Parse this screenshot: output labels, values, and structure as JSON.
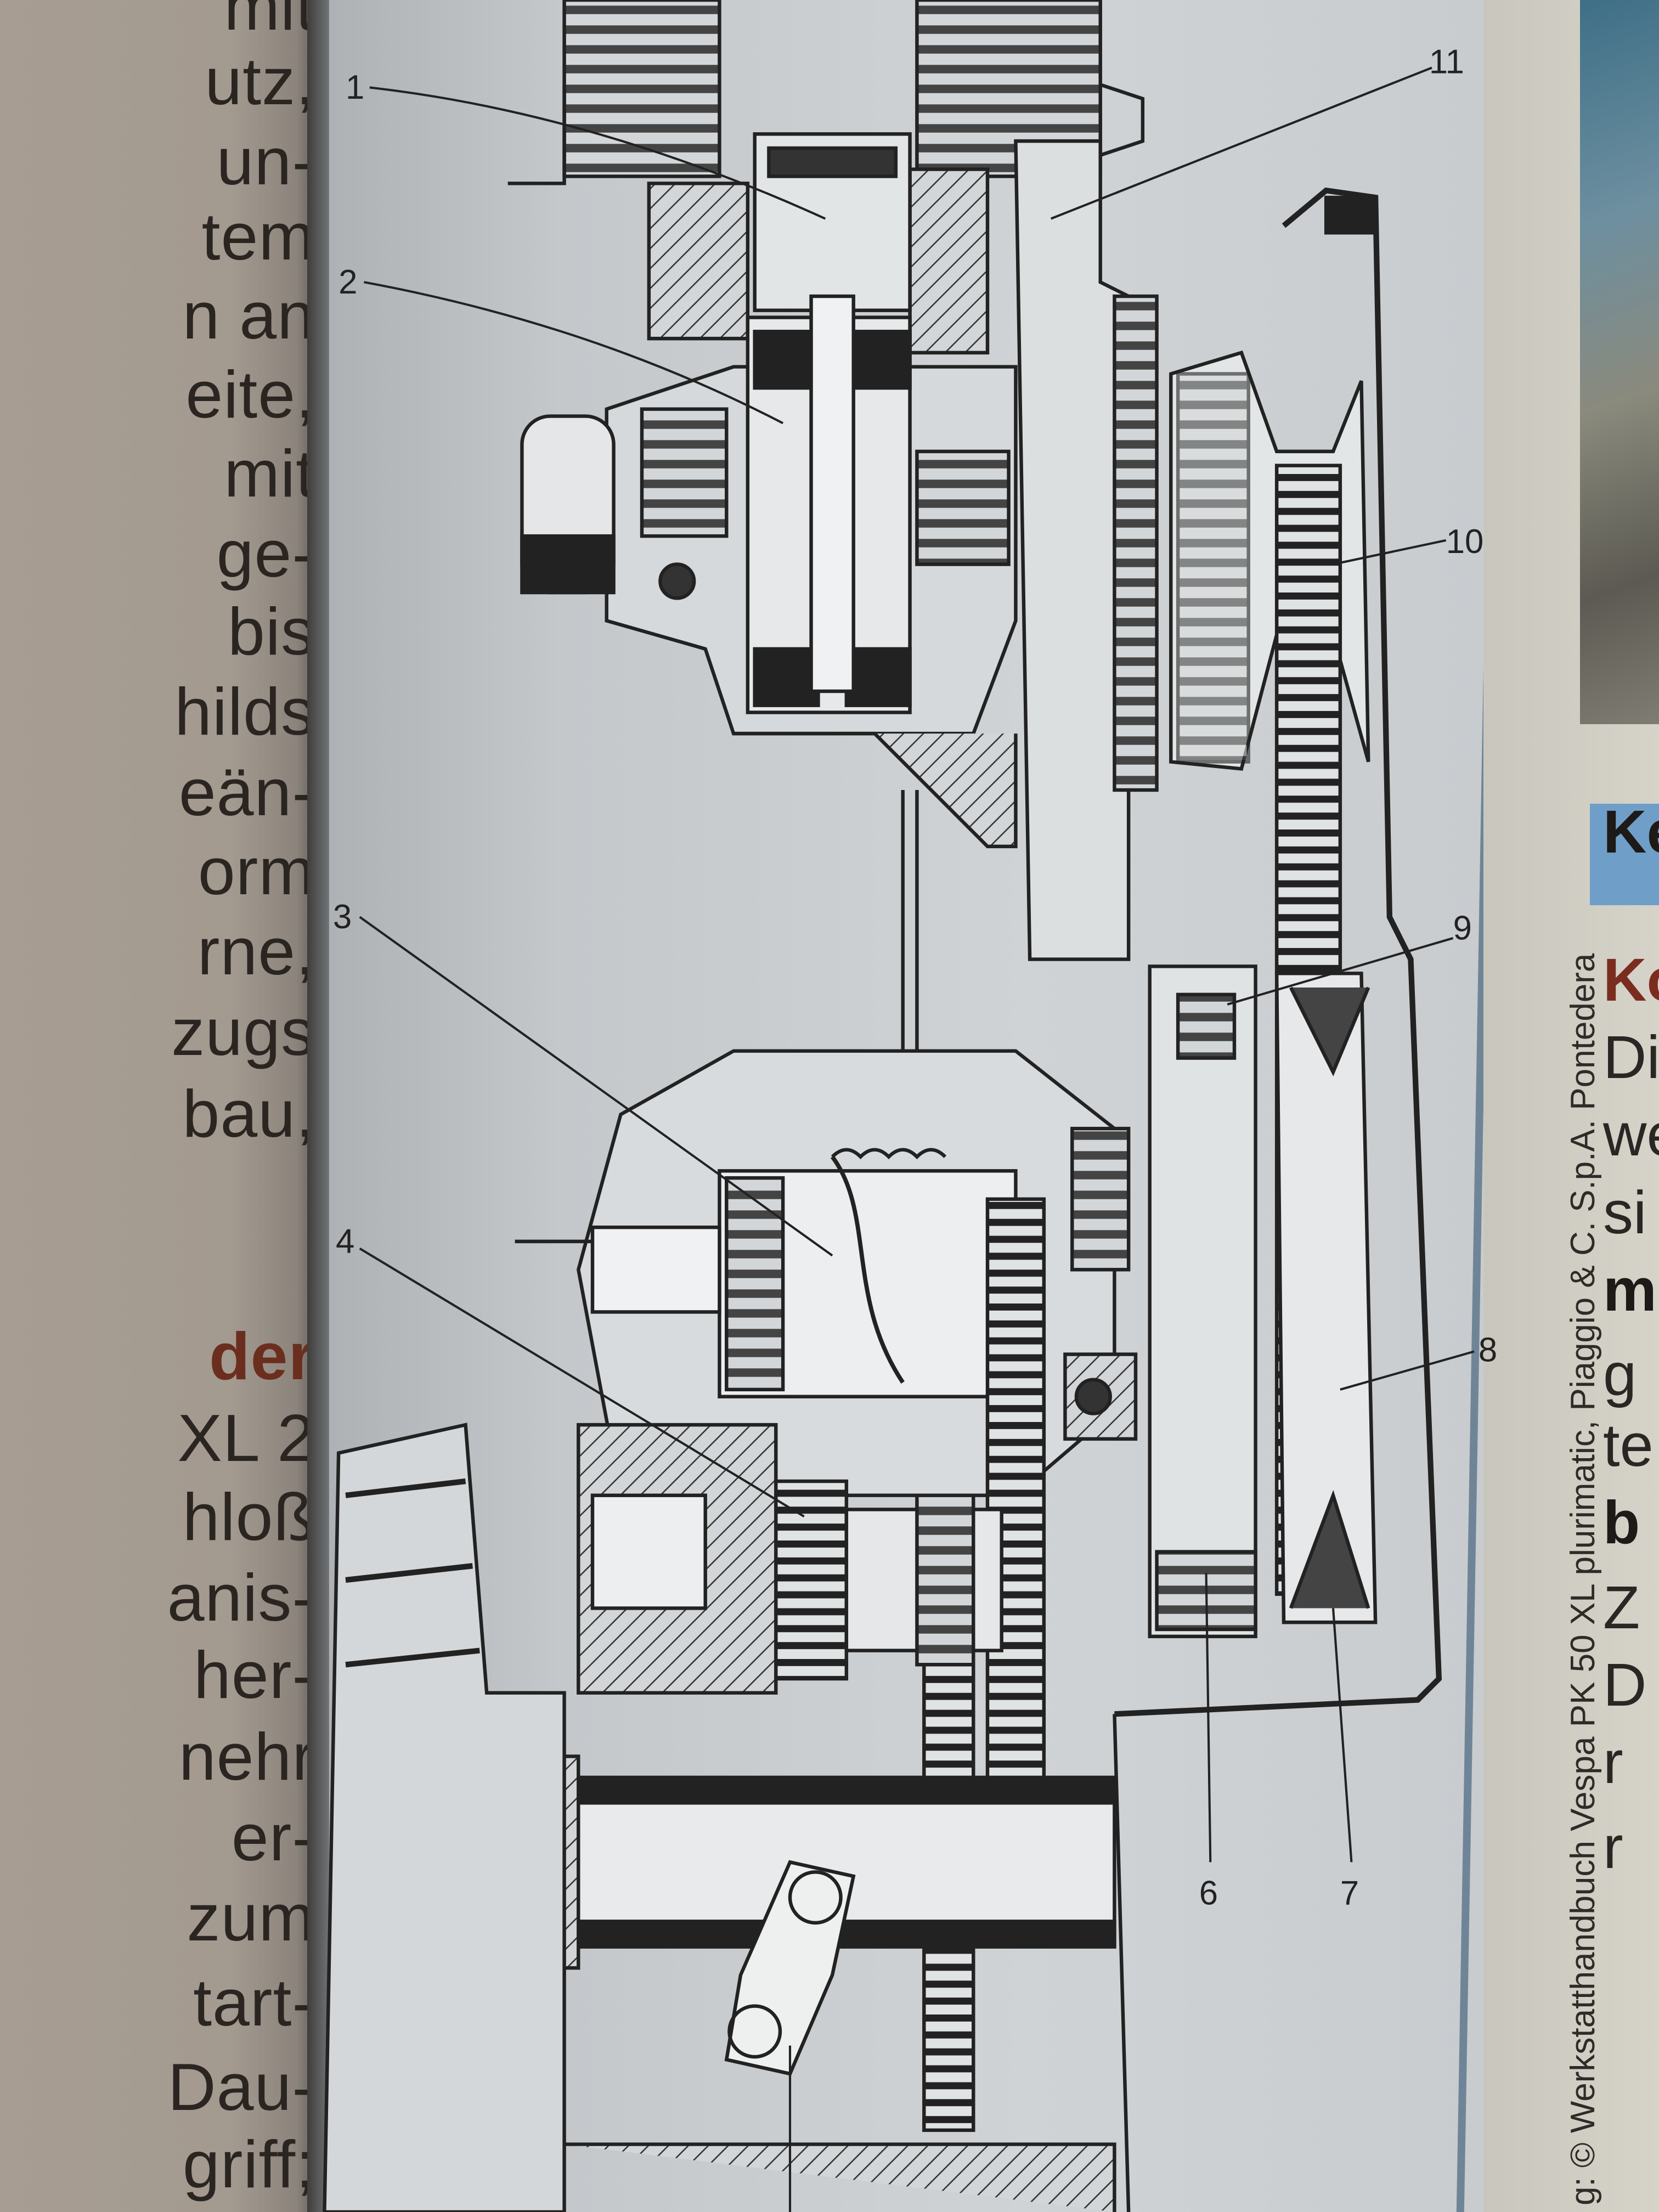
{
  "left_column": {
    "lines_top": [
      "mit",
      "utz,",
      "un-",
      "tem",
      "n an",
      "eite,",
      "mit",
      "ge-",
      "bis",
      "hilds",
      "eän-",
      "orm",
      "rne,",
      "zugs",
      "bau,"
    ],
    "heading": "der",
    "lines_bottom": [
      "XL 2",
      "hloß",
      "anis-",
      "her-",
      "nehr",
      "er-",
      "zum",
      "tart-",
      "Dau-",
      "griff;"
    ]
  },
  "diagram": {
    "labels": [
      "1",
      "2",
      "3",
      "4",
      "11",
      "10",
      "9",
      "8",
      "6",
      "7"
    ]
  },
  "caption": "g: © Werkstatthandbuch Vespa PK 50 XL plurimatic, Piaggio & C. S.p.A. Pontedera",
  "right_column": {
    "box_heading": "Ke",
    "subheading": "Ko",
    "lines": [
      "Di",
      "we",
      "si"
    ],
    "bold1": "m",
    "lines2": [
      "g",
      "te"
    ],
    "bold2": "b",
    "lines3": [
      "Z",
      "D",
      "r",
      "r"
    ]
  },
  "colors": {
    "heading_brown": "#6b2e1e",
    "box_blue": "#6f9fc9",
    "page_edge": "#6f8597"
  }
}
